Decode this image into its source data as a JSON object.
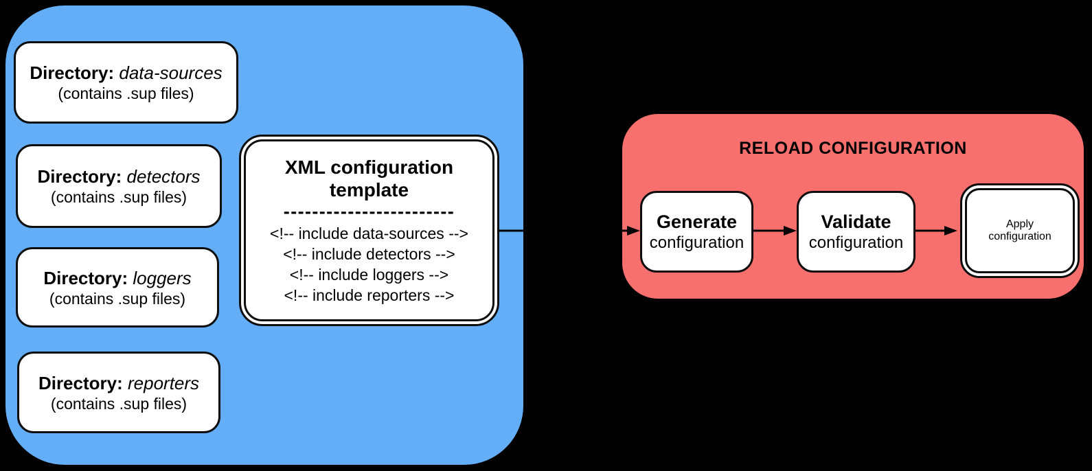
{
  "diagram": {
    "background_color": "#000000",
    "blue_panel": {
      "fill_color": "#64AEF7",
      "directories": [
        {
          "prefix": "Directory:",
          "name": "data-sources",
          "note": "(contains .sup files)"
        },
        {
          "prefix": "Directory:",
          "name": "detectors",
          "note": "(contains .sup files)"
        },
        {
          "prefix": "Directory:",
          "name": "loggers",
          "note": "(contains .sup files)"
        },
        {
          "prefix": "Directory:",
          "name": "reporters",
          "note": "(contains .sup files)"
        }
      ],
      "xml_template": {
        "title_line1": "XML configuration",
        "title_line2": "template",
        "separator": "------------------------",
        "includes": [
          "<!-- include data-sources -->",
          "<!-- include detectors -->",
          "<!-- include loggers -->",
          "<!-- include reporters -->"
        ]
      }
    },
    "red_panel": {
      "fill_color": "#F7706D",
      "title": "RELOAD CONFIGURATION",
      "steps": [
        {
          "action": "Generate",
          "object": "configuration"
        },
        {
          "action": "Validate",
          "object": "configuration"
        },
        {
          "action": "Apply",
          "object": "configuration"
        }
      ]
    },
    "connector_color": "#000000"
  }
}
